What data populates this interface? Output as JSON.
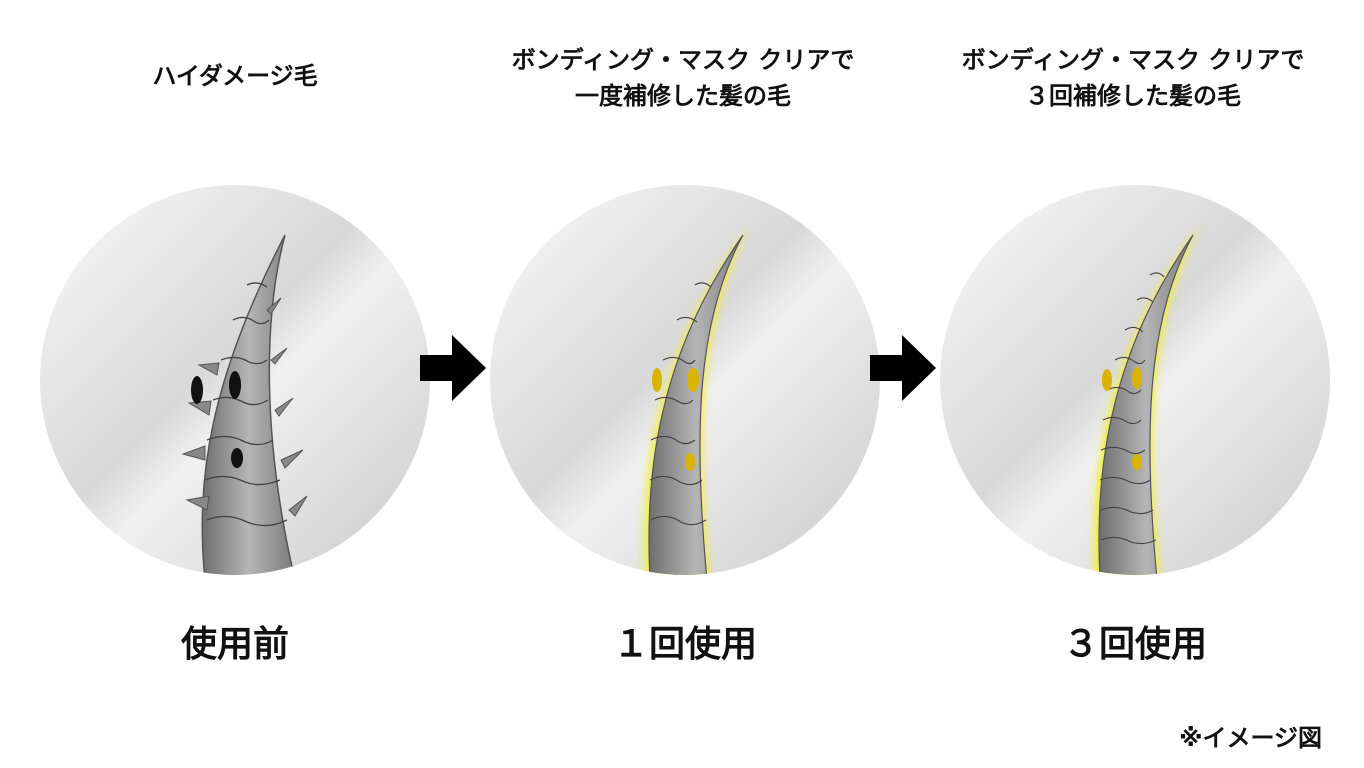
{
  "panels": [
    {
      "caption_lines": [
        "ハイダメージ毛"
      ],
      "label": "使用前",
      "state": "damaged"
    },
    {
      "caption_lines": [
        "ボンディング・マスク クリアで",
        "一度補修した髪の毛"
      ],
      "label": "１回使用",
      "state": "repaired-once"
    },
    {
      "caption_lines": [
        "ボンディング・マスク クリアで",
        "３回補修した髪の毛"
      ],
      "label": "３回使用",
      "state": "repaired-three-times"
    }
  ],
  "note": "※イメージ図",
  "colors": {
    "glow": "#f3ee3a",
    "hair": "#9a9a9a",
    "damage": "#111111",
    "repair": "#d9b400"
  }
}
